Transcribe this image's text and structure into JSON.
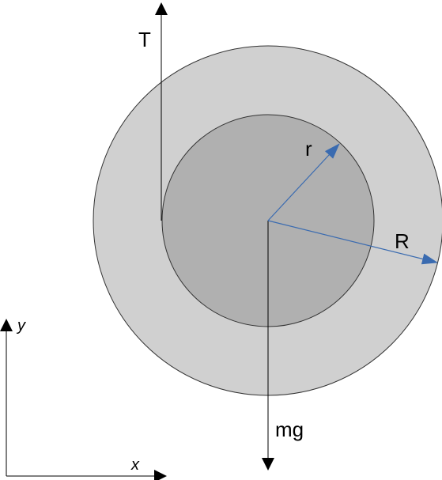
{
  "labels": {
    "tension": "T",
    "inner_radius": "r",
    "outer_radius": "R",
    "weight": "mg",
    "y_axis": "y",
    "x_axis": "x"
  },
  "colors": {
    "outer_disk": "#d0d0d0",
    "inner_disk": "#b0b0b0",
    "radius_arrow": "#3a6bb0",
    "force_arrow": "#000000",
    "outline": "#333333"
  }
}
